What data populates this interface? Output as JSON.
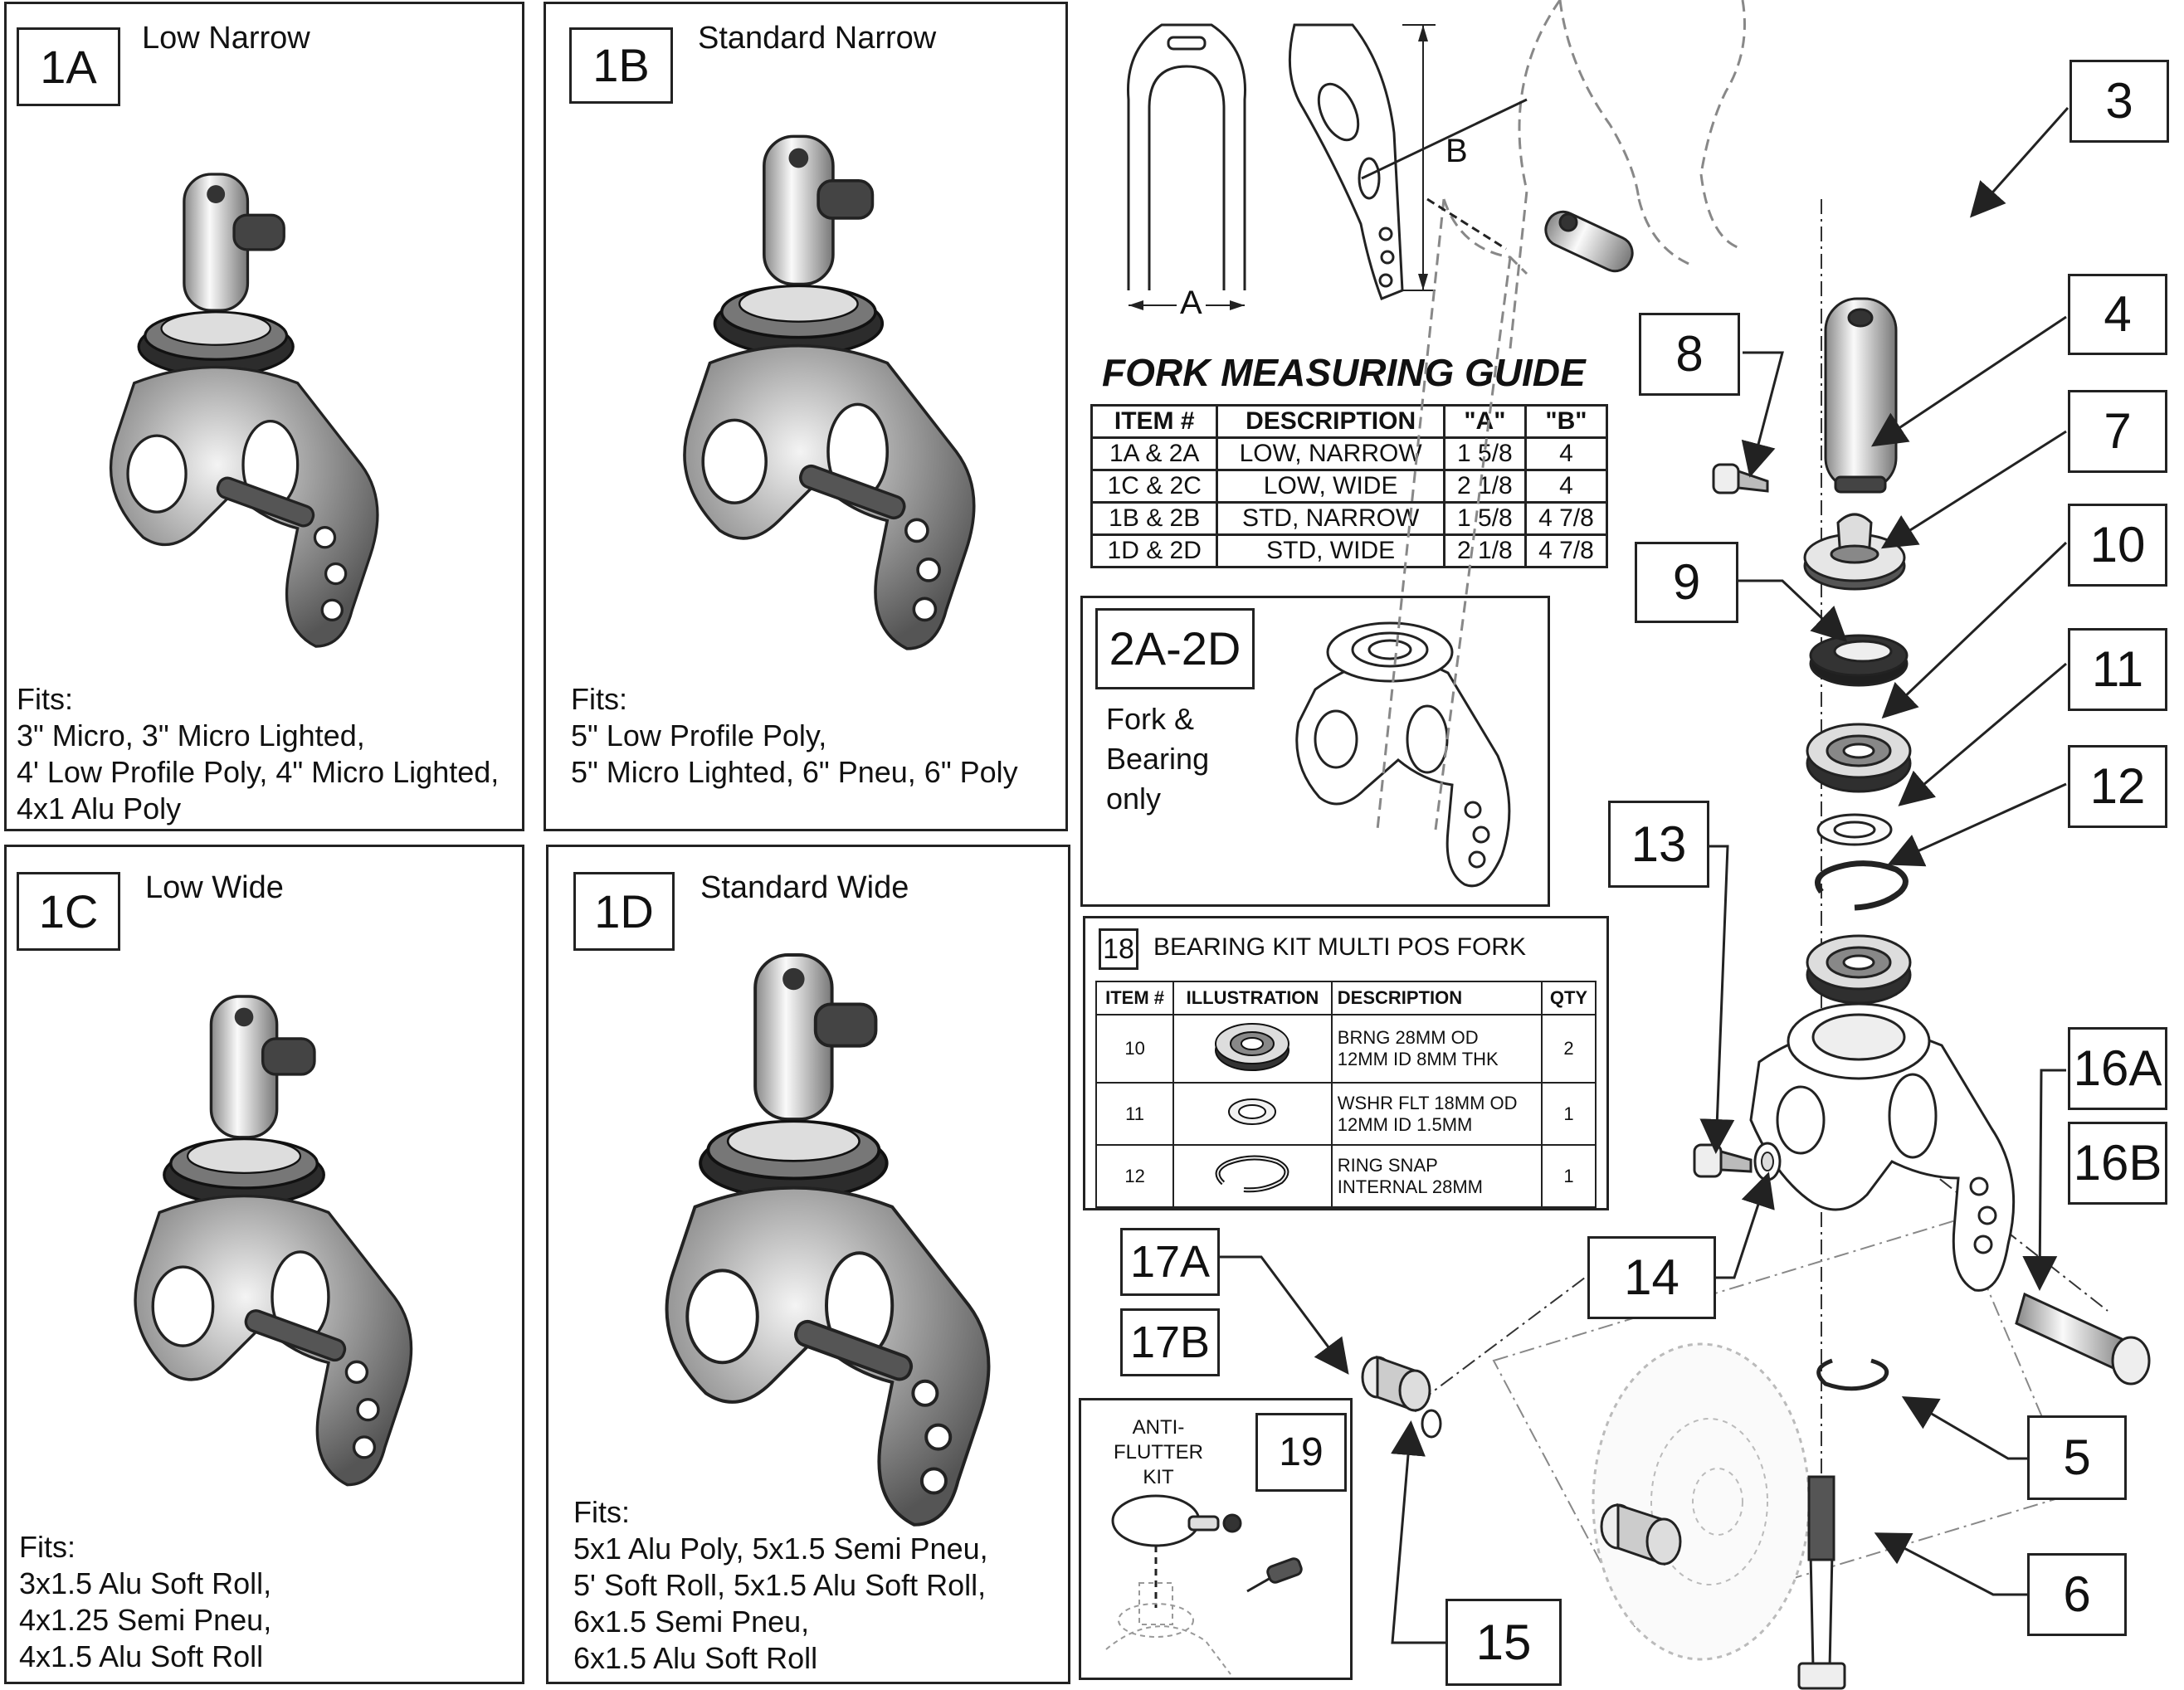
{
  "panels": {
    "p1a": {
      "id": "1A",
      "title": "Low Narrow",
      "fits": [
        "Fits:",
        "3\" Micro, 3\" Micro Lighted,",
        "4' Low Profile Poly, 4\" Micro Lighted,",
        "4x1 Alu Poly"
      ]
    },
    "p1b": {
      "id": "1B",
      "title": "Standard Narrow",
      "fits": [
        "Fits:",
        "5\" Low Profile Poly,",
        "5\" Micro Lighted, 6\" Pneu, 6\" Poly"
      ]
    },
    "p1c": {
      "id": "1C",
      "title": "Low Wide",
      "fits": [
        "Fits:",
        "3x1.5 Alu Soft Roll,",
        "4x1.25 Semi Pneu,",
        "4x1.5 Alu Soft Roll"
      ]
    },
    "p1d": {
      "id": "1D",
      "title": "Standard Wide",
      "fits": [
        "Fits:",
        "5x1 Alu Poly, 5x1.5 Semi Pneu,",
        "5' Soft Roll, 5x1.5 Alu Soft Roll,",
        "6x1.5 Semi Pneu,",
        "6x1.5 Alu Soft Roll"
      ]
    }
  },
  "dims": {
    "a": "A",
    "b": "B"
  },
  "guide": {
    "title": "FORK MEASURING GUIDE",
    "headers": [
      "ITEM #",
      "DESCRIPTION",
      "\"A\"",
      "\"B\""
    ],
    "rows": [
      [
        "1A & 2A",
        "LOW, NARROW",
        "1 5/8",
        "4"
      ],
      [
        "1C & 2C",
        "LOW, WIDE",
        "2 1/8",
        "4"
      ],
      [
        "1B & 2B",
        "STD, NARROW",
        "1 5/8",
        "4 7/8"
      ],
      [
        "1D & 2D",
        "STD, WIDE",
        "2 1/8",
        "4 7/8"
      ]
    ]
  },
  "p2": {
    "id": "2A-2D",
    "note": [
      "Fork &",
      "Bearing",
      "only"
    ]
  },
  "kit": {
    "id": "18",
    "title": "BEARING KIT MULTI POS FORK",
    "headers": [
      "ITEM #",
      "ILLUSTRATION",
      "DESCRIPTION",
      "QTY"
    ],
    "rows": [
      {
        "item": "10",
        "desc": [
          "BRNG 28MM OD",
          "12MM ID 8MM THK"
        ],
        "qty": "2",
        "icon": "bearing-icon"
      },
      {
        "item": "11",
        "desc": [
          "WSHR FLT 18MM OD",
          "12MM ID 1.5MM"
        ],
        "qty": "1",
        "icon": "washer-icon"
      },
      {
        "item": "12",
        "desc": [
          "RING SNAP",
          "INTERNAL 28MM"
        ],
        "qty": "1",
        "icon": "snap-ring-icon"
      }
    ]
  },
  "antiflutter": {
    "title": [
      "ANTI-FLUTTER",
      "KIT"
    ],
    "id": "19"
  },
  "callouts": {
    "c3": "3",
    "c4": "4",
    "c5": "5",
    "c6": "6",
    "c7": "7",
    "c8": "8",
    "c9": "9",
    "c10": "10",
    "c11": "11",
    "c12": "12",
    "c13": "13",
    "c14": "14",
    "c15": "15",
    "c16a": "16A",
    "c16b": "16B",
    "c17a": "17A",
    "c17b": "17B"
  }
}
